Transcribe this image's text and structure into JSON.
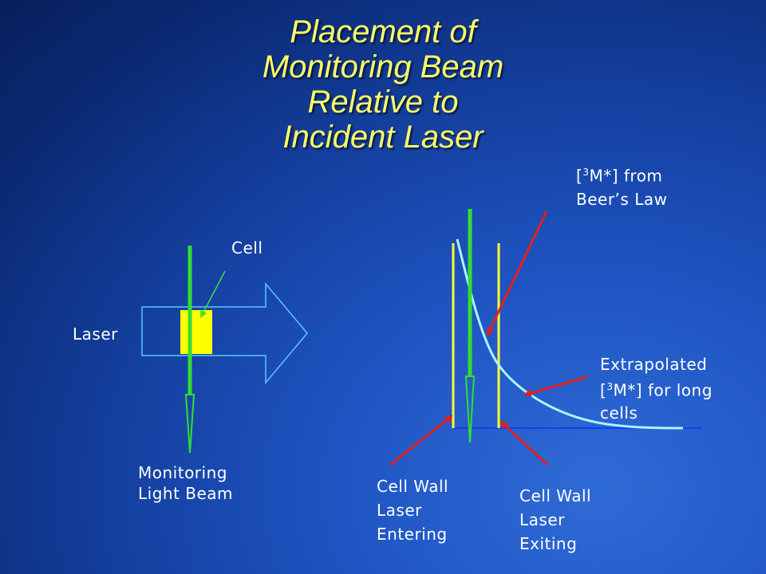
{
  "slide": {
    "title_lines": [
      "Placement of",
      "Monitoring Beam",
      "Relative to",
      "Incident Laser"
    ]
  },
  "left_diagram": {
    "laser_label": "Laser",
    "cell_label": "Cell",
    "monitoring_label_lines": [
      "Monitoring",
      "Light Beam"
    ]
  },
  "right_diagram": {
    "beers_law_label": {
      "line1": {
        "open": "[",
        "sup": "3",
        "rest": "M*] from"
      },
      "line2": "Beer’s Law"
    },
    "extrapolated_label": {
      "line1": "Extrapolated",
      "line2": {
        "open": "[",
        "sup": "3",
        "rest": "M*] for long"
      },
      "line3": "cells"
    },
    "cell_wall_entering_lines": [
      "Cell Wall",
      "Laser",
      "Entering"
    ],
    "cell_wall_exiting_lines": [
      "Cell Wall",
      "Laser",
      "Exiting"
    ]
  },
  "colors": {
    "title": "#ffff66",
    "beam_green": "#33dd33",
    "cell_yellow": "#ffff00",
    "curve_cyan": "#aaf4ff",
    "pointer_red": "#e02020",
    "outline_cyan": "#59c8ff",
    "baseline_blue": "#1030ff"
  }
}
